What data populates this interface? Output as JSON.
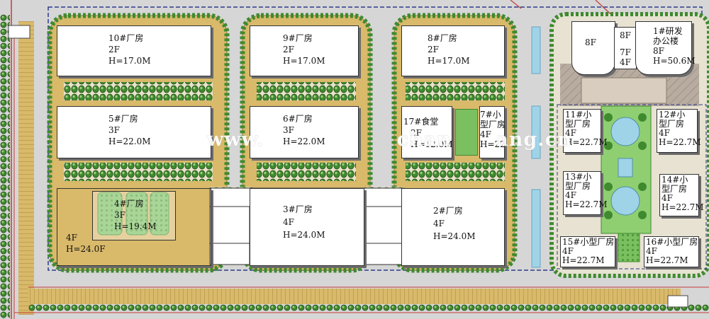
{
  "watermark": "www.                  chan      ang.cn",
  "buildings": {
    "b10": {
      "line1": "10#厂房",
      "line2": "2F",
      "line3": "H=17.0M"
    },
    "b9": {
      "line1": "9#厂房",
      "line2": "2F",
      "line3": "H=17.0M"
    },
    "b8": {
      "line1": "8#厂房",
      "line2": "2F",
      "line3": "H=17.0M"
    },
    "b5": {
      "line1": "5#厂房",
      "line2": "3F",
      "line3": "H=22.0M"
    },
    "b6": {
      "line1": "6#厂房",
      "line2": "3F",
      "line3": "H=22.0M"
    },
    "b17": {
      "line1": "17#食堂",
      "line2": "2F",
      "line3": "H=12.0M"
    },
    "b7": {
      "line1": "7#小",
      "line2": "型厂房",
      "line3": "4F",
      "line4": "H=22."
    },
    "b4": {
      "line1": "4#厂房",
      "line2": "3F",
      "line3": "H=19.4M"
    },
    "b4b": {
      "line1": "4F",
      "line2": "H=24.0F"
    },
    "b3": {
      "line1": "3#厂房",
      "line2": "4F",
      "line3": "H=24.0M"
    },
    "b2": {
      "line1": "2#厂房",
      "line2": "4F",
      "line3": "H=24.0M"
    },
    "b1": {
      "line1": "1#研发",
      "line2": "办公楼",
      "line3": "8F",
      "line4": "H=50.6M",
      "wing_left": "8F",
      "wing_mid_top": "8F",
      "wing_mid_a": "7F",
      "wing_mid_b": "4F"
    },
    "b11": {
      "line1": "11#小",
      "line2": "型厂房",
      "line3": "4F",
      "line4": "H=22.7M"
    },
    "b12": {
      "line1": "12#小",
      "line2": "型厂房",
      "line3": "4F",
      "line4": "H=22.7M"
    },
    "b13": {
      "line1": "13#小",
      "line2": "型厂房",
      "line3": "4F",
      "line4": "H=22.7M"
    },
    "b14": {
      "line1": "14#小",
      "line2": "型厂房",
      "line3": "4F",
      "line4": "H=22.7M"
    },
    "b15": {
      "line1": "15#小型厂房",
      "line2": "4F",
      "line3": "H=22.7M"
    },
    "b16": {
      "line1": "16#小型厂房",
      "line2": "4F",
      "line3": "H=22.7M"
    }
  },
  "colors": {
    "ground": "#d8d8d8",
    "site_boundary": "#2b3a8c",
    "road_edge": "#c43a3a",
    "paving": "#d9b96a",
    "hedge": "#3f8a2e",
    "lawn": "#7bc060",
    "water": "#9fd3e8",
    "plaza": "#b8aca0"
  }
}
